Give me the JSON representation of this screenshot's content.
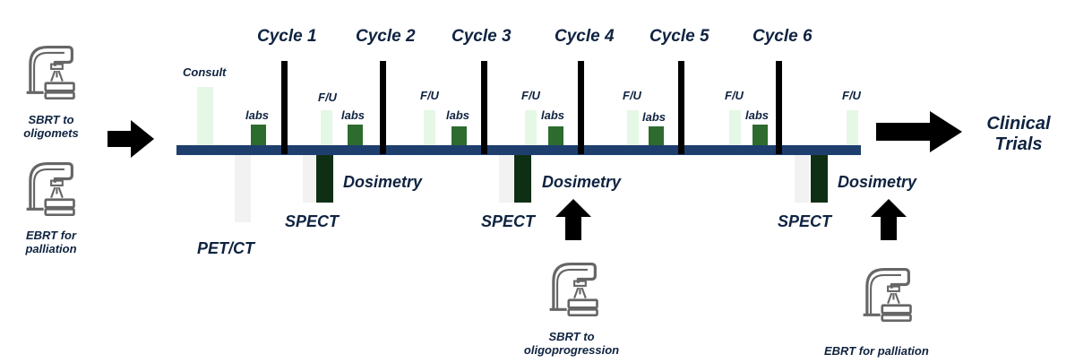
{
  "timeline": {
    "cycles": [
      "Cycle 1",
      "Cycle 2",
      "Cycle 3",
      "Cycle 4",
      "Cycle 5",
      "Cycle 6"
    ],
    "consult": "Consult",
    "followup": "F/U",
    "labs": "labs",
    "imaging": {
      "petct": "PET/CT",
      "spect": "SPECT",
      "dosimetry": "Dosimetry"
    }
  },
  "left_panel": {
    "sbrt": "SBRT to oligomets",
    "ebrt": "EBRT for palliation"
  },
  "interventions": {
    "sbrt_progression": "SBRT to oligoprogression",
    "ebrt_palliation": "EBRT for palliation"
  },
  "outcome": "Clinical Trials",
  "icons": [
    "linac-machine-icon"
  ],
  "colors": {
    "timeline": "#1e3f6e",
    "followup_bar": "#e5f7e5",
    "labs_bar": "#2e6b2e",
    "dosimetry_bar": "#0f2f14",
    "imaging_bar": "#f2f2f2",
    "label": "#0f2340"
  }
}
